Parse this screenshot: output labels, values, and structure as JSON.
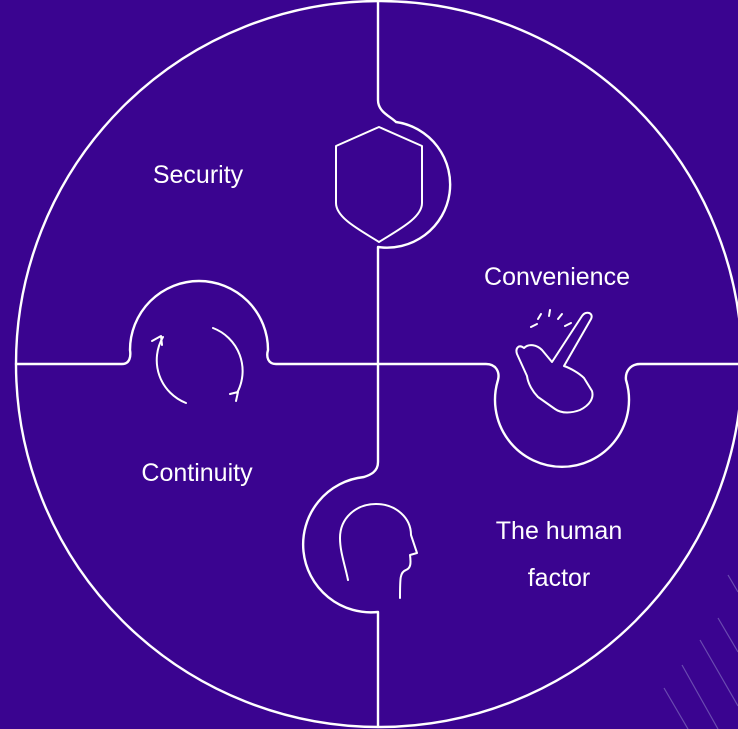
{
  "diagram": {
    "segments": [
      {
        "id": "security",
        "label": "Security",
        "icon": "shield-icon"
      },
      {
        "id": "convenience",
        "label": "Convenience",
        "icon": "tap-hand-icon"
      },
      {
        "id": "continuity",
        "label": "Continuity",
        "icon": "cycle-arrows-icon"
      },
      {
        "id": "human-factor",
        "label_line1": "The human",
        "label_line2": "factor",
        "icon": "human-head-icon"
      }
    ]
  },
  "colors": {
    "background": "#3A0490",
    "lines": "#FFFFFF",
    "text": "#FFFFFF"
  }
}
